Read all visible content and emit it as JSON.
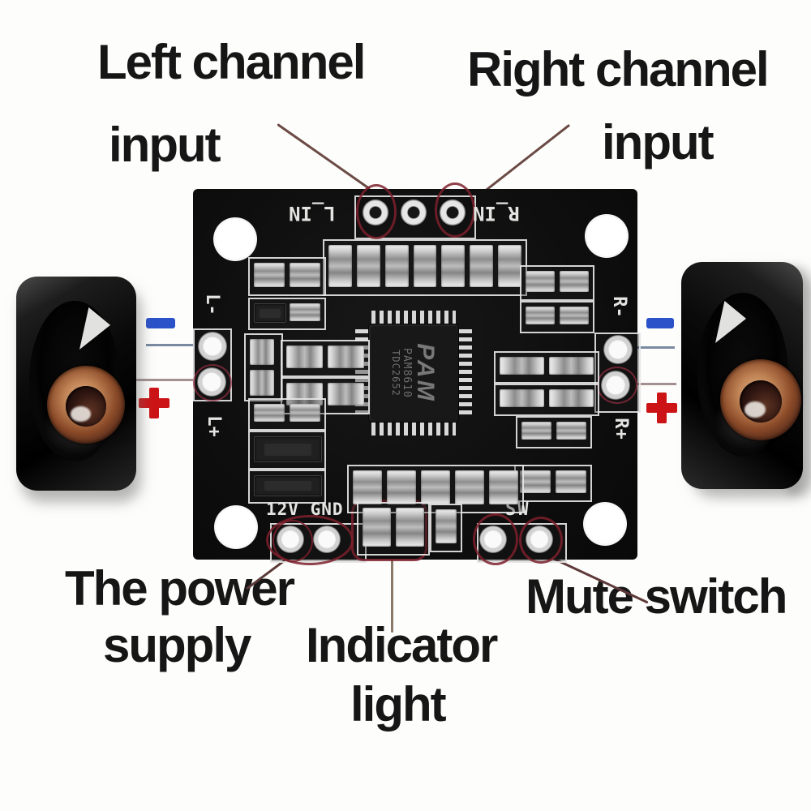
{
  "labels": {
    "left_channel": {
      "line1": "Left channel",
      "line2": "input"
    },
    "right_channel": {
      "line1": "Right channel",
      "line2": "input"
    },
    "power": {
      "line1": "The power",
      "line2": "supply"
    },
    "indicator": {
      "line1": "Indicator",
      "line2": "light"
    },
    "mute": {
      "label": "Mute switch"
    }
  },
  "board": {
    "silkscreen": {
      "l_in": "L_IN",
      "r_in": "R_IN",
      "l_minus": "L-",
      "l_plus": "L+",
      "r_minus": "R-",
      "r_plus": "R+",
      "power": "12V GND",
      "mute": "SW"
    },
    "chip": {
      "logo": "PAM",
      "line1": "PAM8610",
      "line2": "TDC2652"
    }
  },
  "symbols": {
    "minus": "−",
    "plus": "+"
  },
  "colors": {
    "annotation_red": "#7d202c",
    "minus_blue": "#2b52c8",
    "plus_red": "#cc1416",
    "pcb_black": "#0e0e0e",
    "silkscreen_white": "#e4e4e2"
  }
}
